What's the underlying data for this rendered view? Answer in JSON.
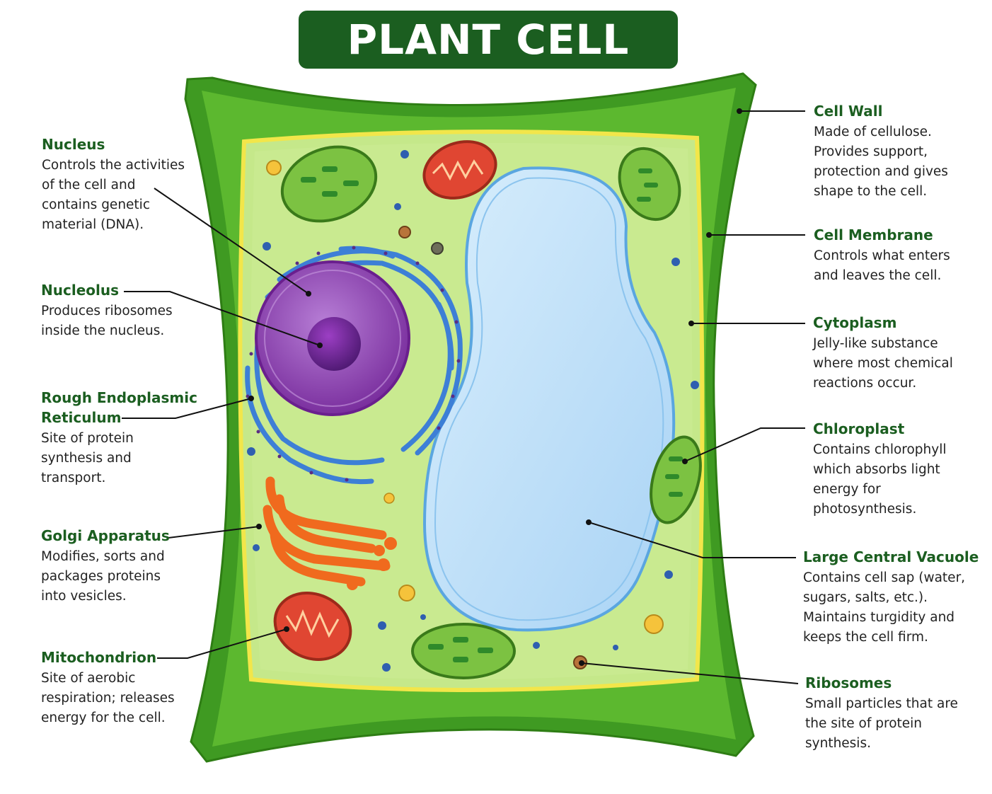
{
  "title": "PLANT CELL",
  "labels": {
    "nucleus": {
      "title": "Nucleus",
      "desc": "Controls the activities\nof the cell and\ncontains genetic\nmaterial (DNA)."
    },
    "nucleolus": {
      "title": "Nucleolus",
      "desc": "Produces ribosomes\ninside the nucleus."
    },
    "rough_er": {
      "title": "Rough Endoplasmic\nReticulum",
      "desc": "Site of protein\nsynthesis and\ntransport."
    },
    "golgi": {
      "title": "Golgi Apparatus",
      "desc": "Modifies, sorts and\npackages proteins\ninto vesicles."
    },
    "mitochondrion": {
      "title": "Mitochondrion",
      "desc": "Site of aerobic\nrespiration; releases\nenergy for the cell."
    },
    "cell_wall": {
      "title": "Cell Wall",
      "desc": "Made of cellulose.\nProvides support,\nprotection and gives\nshape to the cell."
    },
    "cell_membrane": {
      "title": "Cell Membrane",
      "desc": "Controls what enters\nand leaves the cell."
    },
    "cytoplasm": {
      "title": "Cytoplasm",
      "desc": "Jelly-like substance\nwhere most chemical\nreactions occur."
    },
    "chloroplast": {
      "title": "Chloroplast",
      "desc": "Contains chlorophyll\nwhich absorbs light\nenergy for\nphotosynthesis."
    },
    "vacuole": {
      "title": "Large Central Vacuole",
      "desc": "Contains cell sap (water,\nsugars, salts, etc.).\nMaintains turgidity and\nkeeps the cell firm."
    },
    "ribosomes": {
      "title": "Ribosomes",
      "desc": "Small particles that are\nthe site of protein\nsynthesis."
    }
  },
  "colors": {
    "title_banner": "#1b5e20",
    "label_title": "#1b5e20",
    "cell_wall": "#4caf2a",
    "cytoplasm": "#c5e88a",
    "membrane": "#f2e64a",
    "vacuole": "#b9defa",
    "nucleus": "#8e44ad",
    "rough_er": "#3d7fd6",
    "golgi": "#f06a1e",
    "mitochondrion": "#e04632",
    "chloroplast": "#7cc242"
  }
}
